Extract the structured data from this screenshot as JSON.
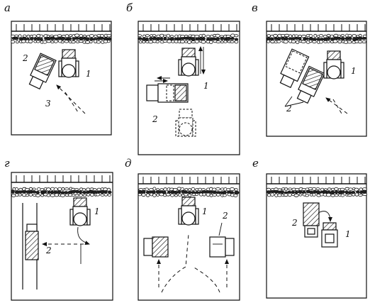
{
  "panels": [
    {
      "id": "a",
      "label": "а",
      "numbers": [
        "2",
        "1",
        "3"
      ]
    },
    {
      "id": "b",
      "label": "б",
      "numbers": [
        "1",
        "2"
      ]
    },
    {
      "id": "v",
      "label": "в",
      "numbers": [
        "1",
        "2"
      ]
    },
    {
      "id": "g",
      "label": "г",
      "numbers": [
        "1",
        "2"
      ]
    },
    {
      "id": "d",
      "label": "д",
      "numbers": [
        "1",
        "2"
      ]
    },
    {
      "id": "e",
      "label": "е",
      "numbers": [
        "2",
        "1"
      ]
    }
  ]
}
